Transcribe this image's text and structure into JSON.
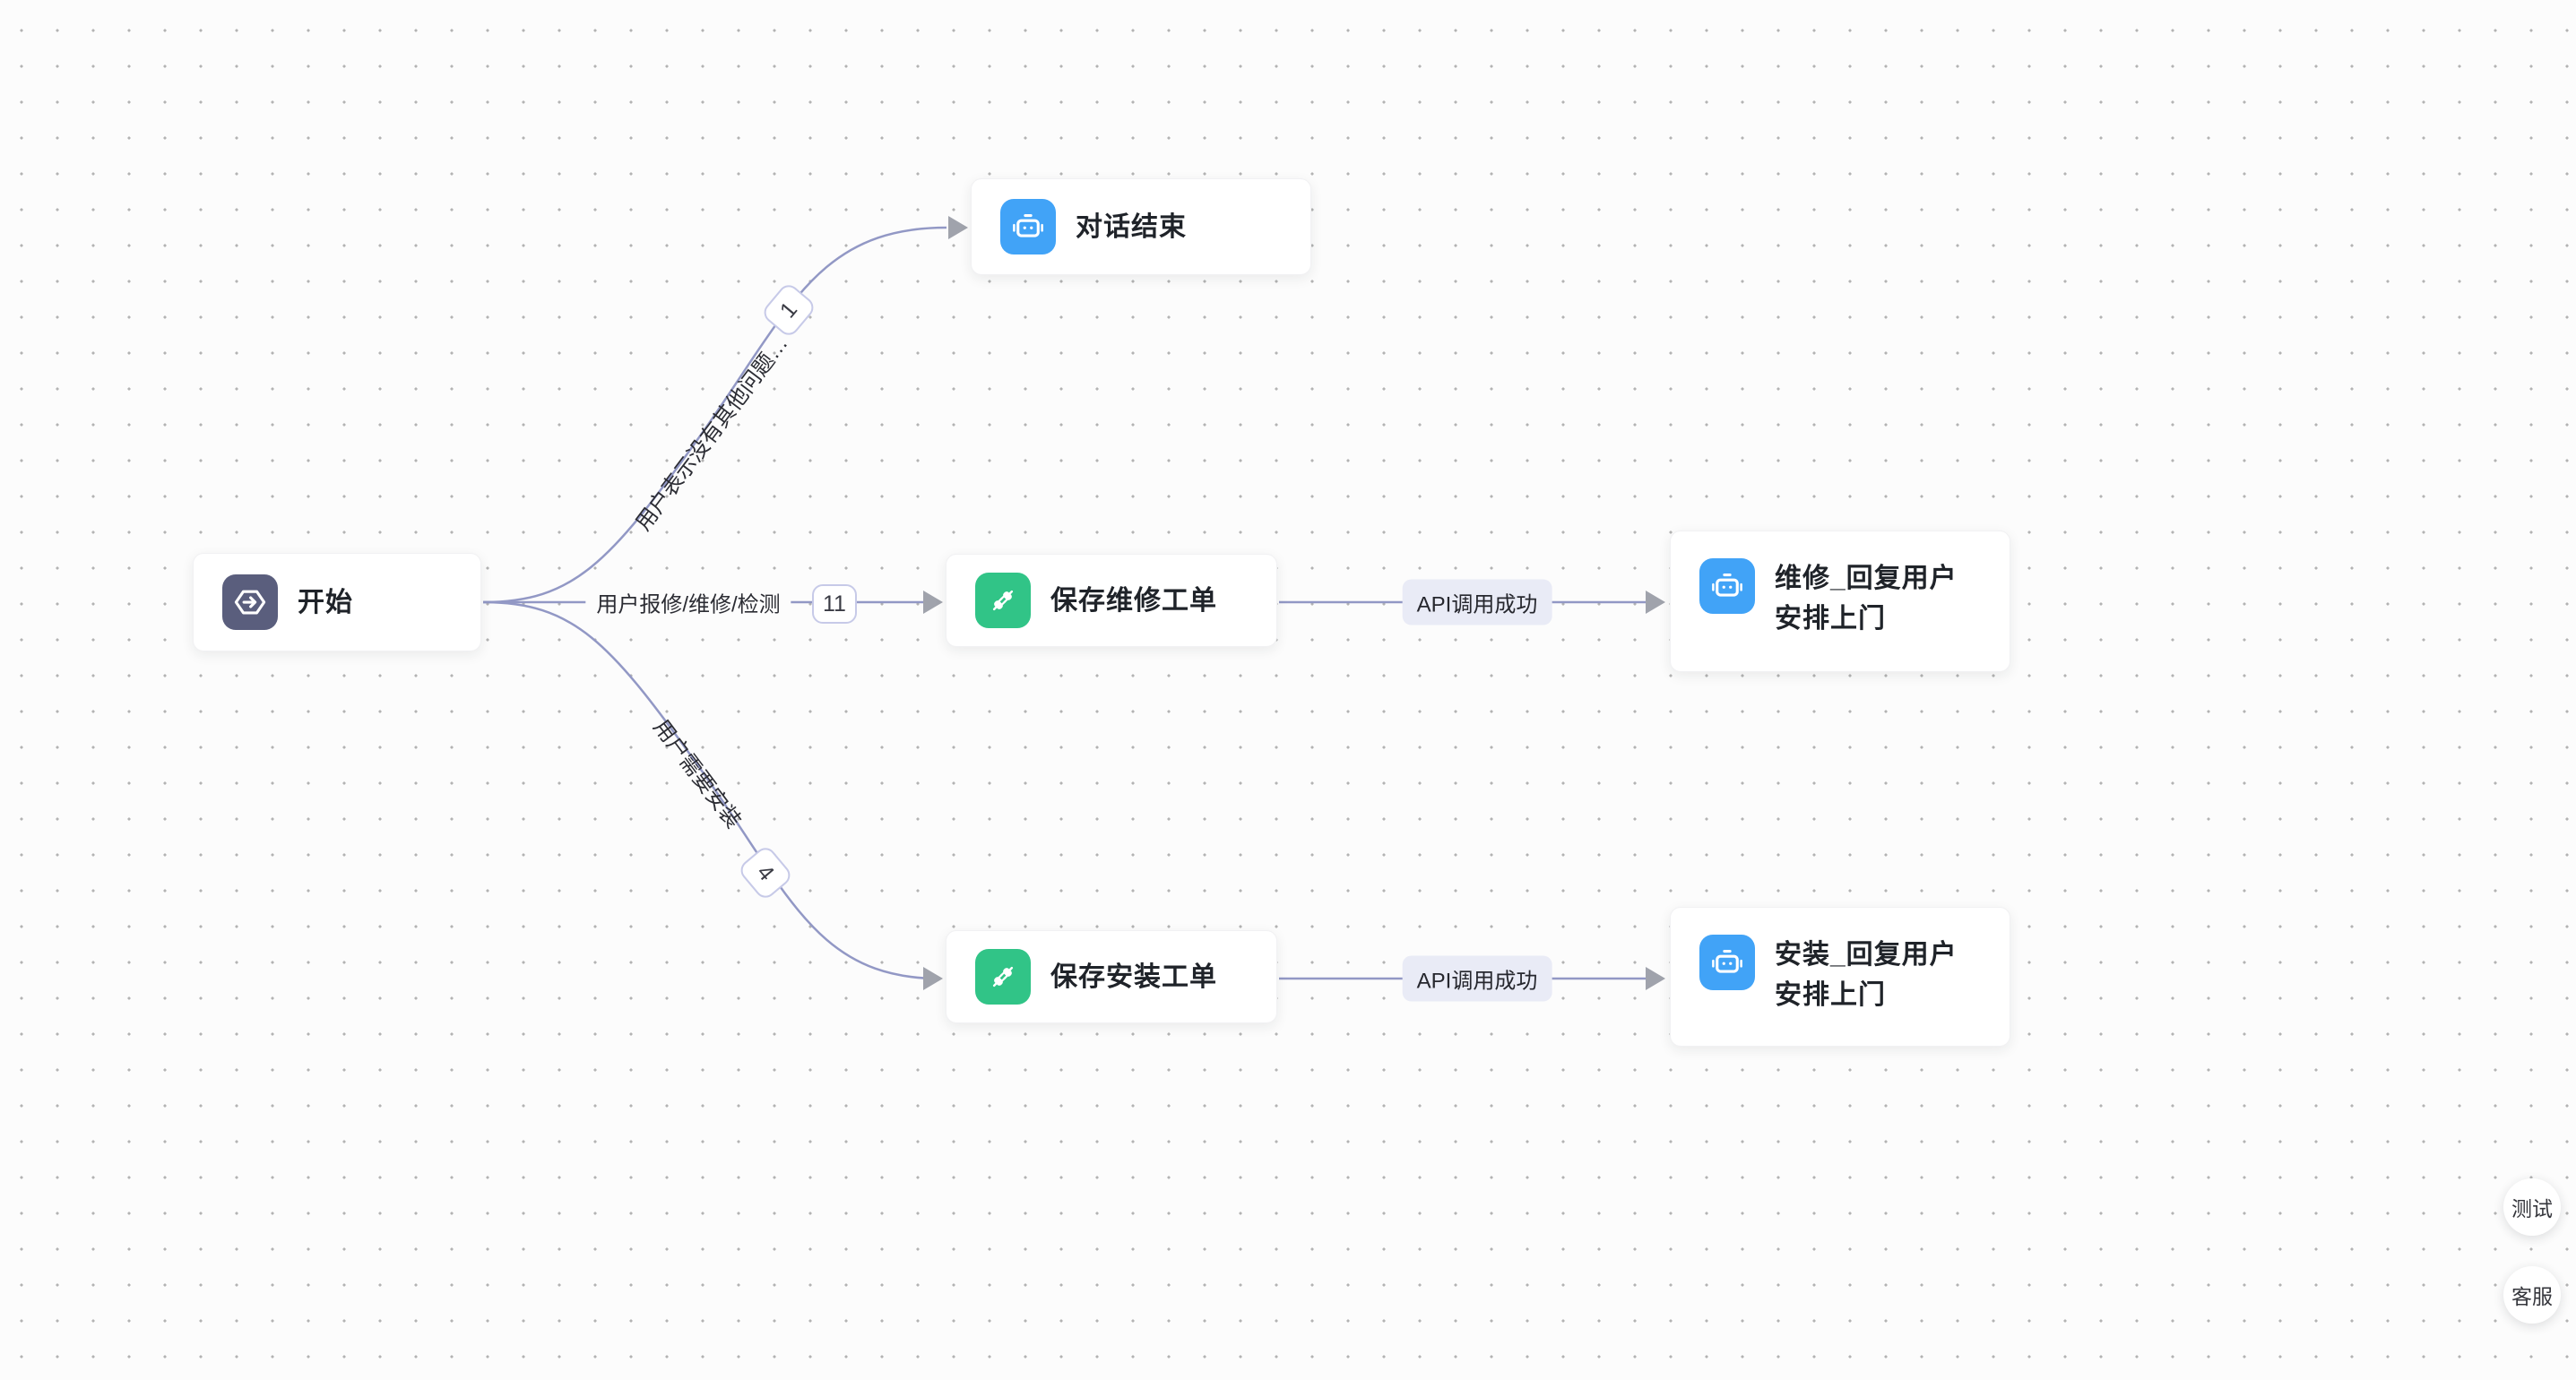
{
  "nodes": [
    {
      "id": "start",
      "label": "开始",
      "icon": "start-arrow-icon"
    },
    {
      "id": "chat-end",
      "label": "对话结束",
      "icon": "bot-icon"
    },
    {
      "id": "save-repair-ticket",
      "label": "保存维修工单",
      "icon": "api-plug-icon"
    },
    {
      "id": "repair-reply",
      "label": "维修_回复用户安排上门",
      "icon": "bot-icon"
    },
    {
      "id": "save-install-ticket",
      "label": "保存安装工单",
      "icon": "api-plug-icon"
    },
    {
      "id": "install-reply",
      "label": "安装_回复用户安排上门",
      "icon": "bot-icon"
    }
  ],
  "edges": [
    {
      "from": "start",
      "to": "chat-end",
      "label": "用户表示没有其他问题…",
      "count": "1"
    },
    {
      "from": "start",
      "to": "save-repair-ticket",
      "label": "用户报修/维修/检测",
      "count": "11"
    },
    {
      "from": "start",
      "to": "save-install-ticket",
      "label": "用户需要安装",
      "count": "4"
    },
    {
      "from": "save-repair-ticket",
      "to": "repair-reply",
      "label": "API调用成功"
    },
    {
      "from": "save-install-ticket",
      "to": "install-reply",
      "label": "API调用成功"
    }
  ],
  "floating_buttons": [
    {
      "id": "test",
      "label": "测试"
    },
    {
      "id": "support",
      "label": "客服"
    }
  ],
  "colors": {
    "canvas_bg": "#fcfcfc",
    "grid_dot": "#b3b3b3",
    "edge": "#9298c5",
    "arrowhead": "#a0a3ac",
    "node_bg": "#ffffff",
    "start_icon_bg": "#5a5e7d",
    "bot_icon_bg": "#41a3f7",
    "api_icon_bg": "#31c487",
    "label_pill_bg": "#e9ebf6",
    "badge_border": "#c7cae8",
    "text": "#1f2329"
  }
}
